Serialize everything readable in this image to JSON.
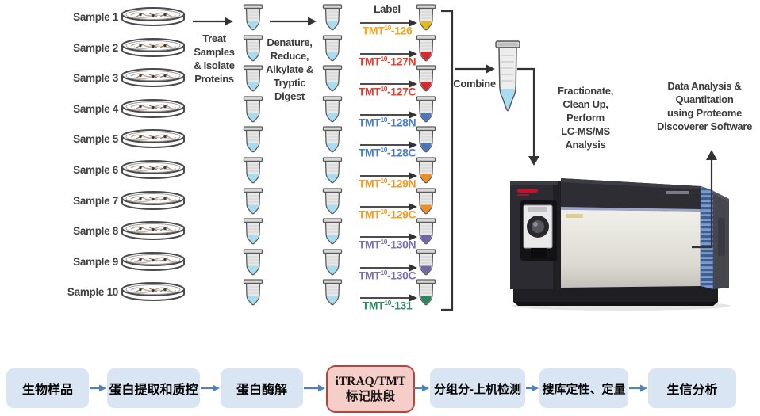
{
  "samples": [
    {
      "label": "Sample 1"
    },
    {
      "label": "Sample 2"
    },
    {
      "label": "Sample 3"
    },
    {
      "label": "Sample 4"
    },
    {
      "label": "Sample 5"
    },
    {
      "label": "Sample 6"
    },
    {
      "label": "Sample 7"
    },
    {
      "label": "Sample 8"
    },
    {
      "label": "Sample 9"
    },
    {
      "label": "Sample 10"
    }
  ],
  "process": {
    "treat": "Treat\nSamples\n& Isolate\nProteins",
    "digest": "Denature,\nReduce,\nAlkylate &\nTryptic\nDigest",
    "label_title": "Label",
    "combine": "Combine",
    "fractionate": "Fractionate,\nClean Up,\nPerform\nLC-MS/MS\nAnalysis",
    "data_analysis": "Data Analysis &\nQuantitation\nusing Proteome\nDiscoverer Software"
  },
  "tmt_labels": [
    {
      "prefix": "TMT",
      "sup": "10",
      "rest": "-126",
      "color": "#F2A41D",
      "tube_color": "#E8B818"
    },
    {
      "prefix": "TMT",
      "sup": "10",
      "rest": "-127N",
      "color": "#E43B2C",
      "tube_color": "#D9282B"
    },
    {
      "prefix": "TMT",
      "sup": "10",
      "rest": "-127C",
      "color": "#E43B2C",
      "tube_color": "#D9282B"
    },
    {
      "prefix": "TMT",
      "sup": "10",
      "rest": "-128N",
      "color": "#4B7BC5",
      "tube_color": "#4A77BB"
    },
    {
      "prefix": "TMT",
      "sup": "10",
      "rest": "-128C",
      "color": "#4B7BC5",
      "tube_color": "#4A77BB"
    },
    {
      "prefix": "TMT",
      "sup": "10",
      "rest": "-129N",
      "color": "#F2991F",
      "tube_color": "#EF8F22"
    },
    {
      "prefix": "TMT",
      "sup": "10",
      "rest": "-129C",
      "color": "#F2991F",
      "tube_color": "#EF8F22"
    },
    {
      "prefix": "TMT",
      "sup": "10",
      "rest": "-130N",
      "color": "#786FA9",
      "tube_color": "#6E68A6"
    },
    {
      "prefix": "TMT",
      "sup": "10",
      "rest": "-130C",
      "color": "#786FA9",
      "tube_color": "#6E68A6"
    },
    {
      "prefix": "TMT",
      "sup": "10",
      "rest": "-131",
      "color": "#2E8A60",
      "tube_color": "#2D8560"
    }
  ],
  "colors": {
    "liquid_blue": "#A8DCF0",
    "arrow_dark": "#333333",
    "flow_arrow_blue": "#4F81BD",
    "flow_box_blue": "#D9E5F3",
    "flow_box_pink": "#F5CDC9",
    "flow_box_pink_border": "#B5443E",
    "brand_red": "#C8102E"
  },
  "flowchart": {
    "steps": [
      {
        "label": "生物样品"
      },
      {
        "label": "蛋白提取和质控"
      },
      {
        "label": "蛋白酶解"
      },
      {
        "label": "iTRAQ/TMT",
        "label2": "标记肽段",
        "highlight": true
      },
      {
        "label": "分组分-上机检测"
      },
      {
        "label": "搜库定性、定量"
      },
      {
        "label": "生信分析"
      }
    ]
  }
}
